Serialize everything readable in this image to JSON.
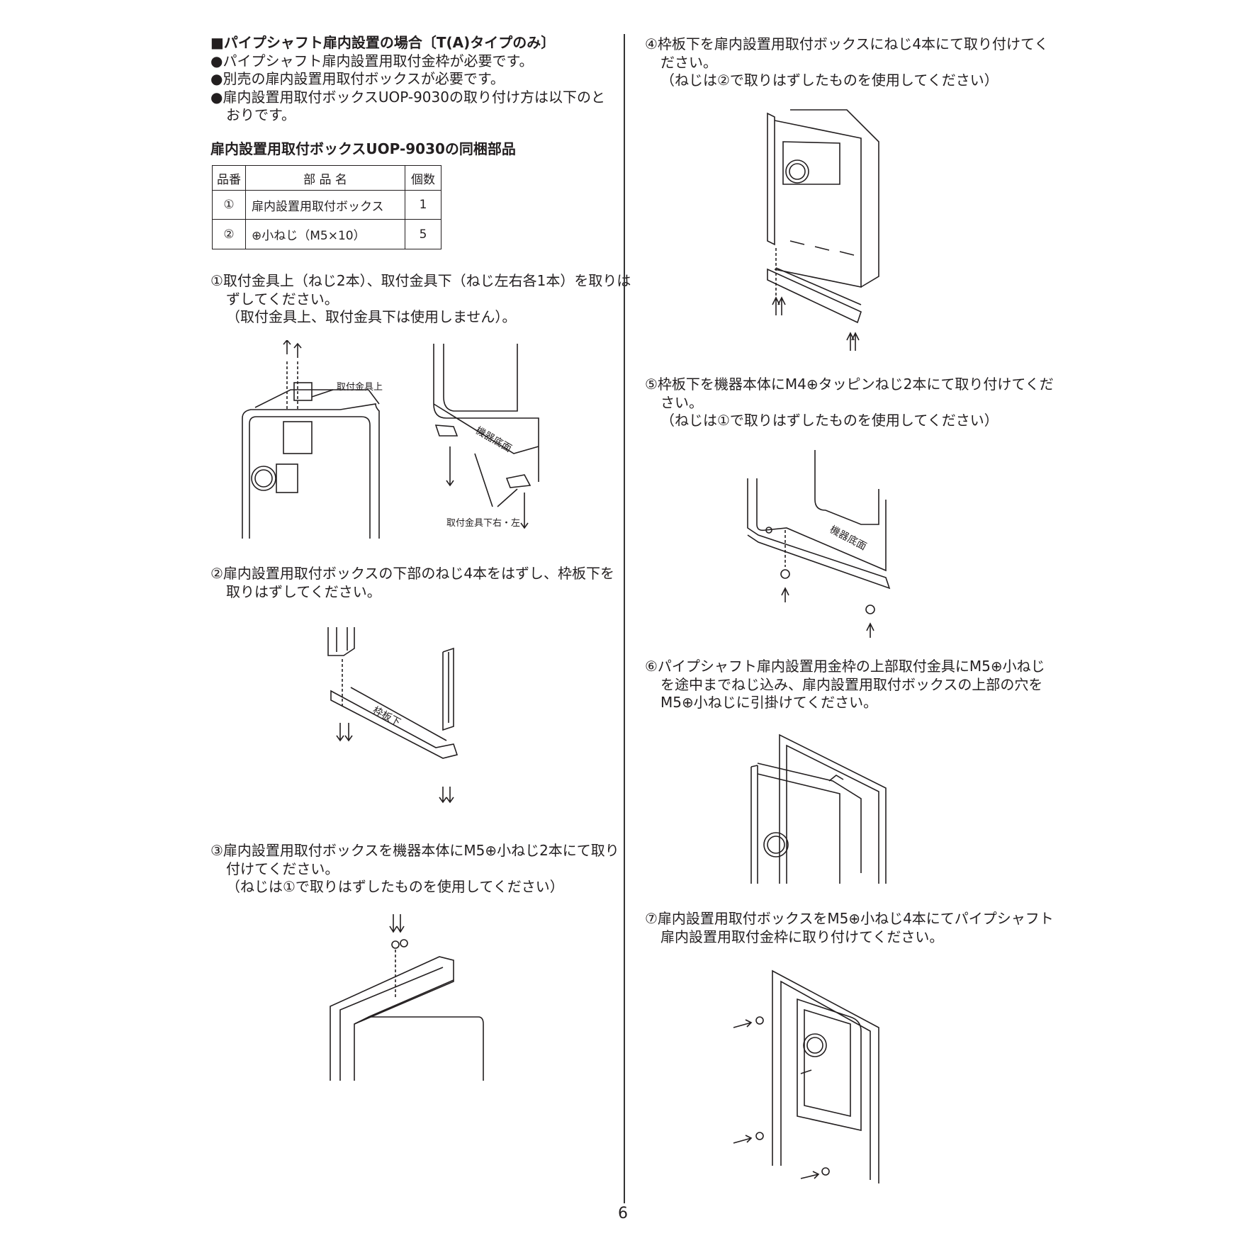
{
  "left": {
    "heading": "■パイプシャフト扉内設置の場合〔T(A)タイプのみ〕",
    "bullets": [
      "●パイプシャフト扉内設置用取付金枠が必要です。",
      "●別売の扉内設置用取付ボックスが必要です。",
      "●扉内設置用取付ボックスUOP-9030の取り付け方は以下のと",
      "おりです。"
    ],
    "parts_title": "扉内設置用取付ボックスUOP-9030の同梱部品",
    "parts_table": {
      "headers": [
        "品番",
        "部 品 名",
        "個数"
      ],
      "rows": [
        [
          "①",
          "扉内設置用取付ボックス",
          "1"
        ],
        [
          "②",
          "⊕小ねじ（M5×10）",
          "5"
        ]
      ]
    },
    "step1": [
      "①取付金具上（ねじ2本）、取付金具下（ねじ左右各1本）を取りは",
      "ずしてください。",
      "（取付金具上、取付金具下は使用しません）。"
    ],
    "fig1_labels": {
      "top_bracket": "取付金具上",
      "bottom_bracket": "取付金具下右・左",
      "bottom_face": "機器底面"
    },
    "step2": [
      "②扉内設置用取付ボックスの下部のねじ4本をはずし、枠板下を",
      "取りはずしてください。"
    ],
    "fig2_labels": {
      "frame_plate": "枠板下"
    },
    "step3": [
      "③扉内設置用取付ボックスを機器本体にM5⊕小ねじ2本にて取り",
      "付けてください。",
      "（ねじは①で取りはずしたものを使用してください）"
    ]
  },
  "right": {
    "step4": [
      "④枠板下を扉内設置用取付ボックスにねじ4本にて取り付けてく",
      "ださい。",
      "（ねじは②で取りはずしたものを使用してください）"
    ],
    "step5": [
      "⑤枠板下を機器本体にM4⊕タッピンねじ2本にて取り付けてくだ",
      "さい。",
      "（ねじは①で取りはずしたものを使用してください）"
    ],
    "fig5_labels": {
      "bottom_face": "機器底面"
    },
    "step6": [
      "⑥パイプシャフト扉内設置用金枠の上部取付金具にM5⊕小ねじ",
      "を途中までねじ込み、扉内設置用取付ボックスの上部の穴を",
      "M5⊕小ねじに引掛けてください。"
    ],
    "step7": [
      "⑦扉内設置用取付ボックスをM5⊕小ねじ4本にてパイプシャフト",
      "扉内設置用取付金枠に取り付けてください。"
    ]
  },
  "page_number": "6"
}
